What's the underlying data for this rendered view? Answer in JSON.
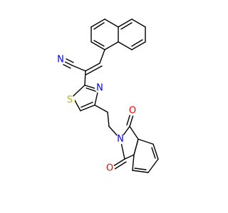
{
  "atoms": {
    "nitrile_n": {
      "text": "N",
      "color": "#0000ff"
    },
    "thiazole_s": {
      "text": "S",
      "color": "#b8b800"
    },
    "thiazole_n": {
      "text": "N",
      "color": "#0000ff"
    },
    "imide_n": {
      "text": "N",
      "color": "#0000ff"
    },
    "carbonyl_o_top": {
      "text": "O",
      "color": "#ff0000"
    },
    "carbonyl_o_bottom": {
      "text": "O",
      "color": "#ff0000"
    }
  },
  "colors": {
    "bond": "#000000",
    "background": "#ffffff"
  }
}
